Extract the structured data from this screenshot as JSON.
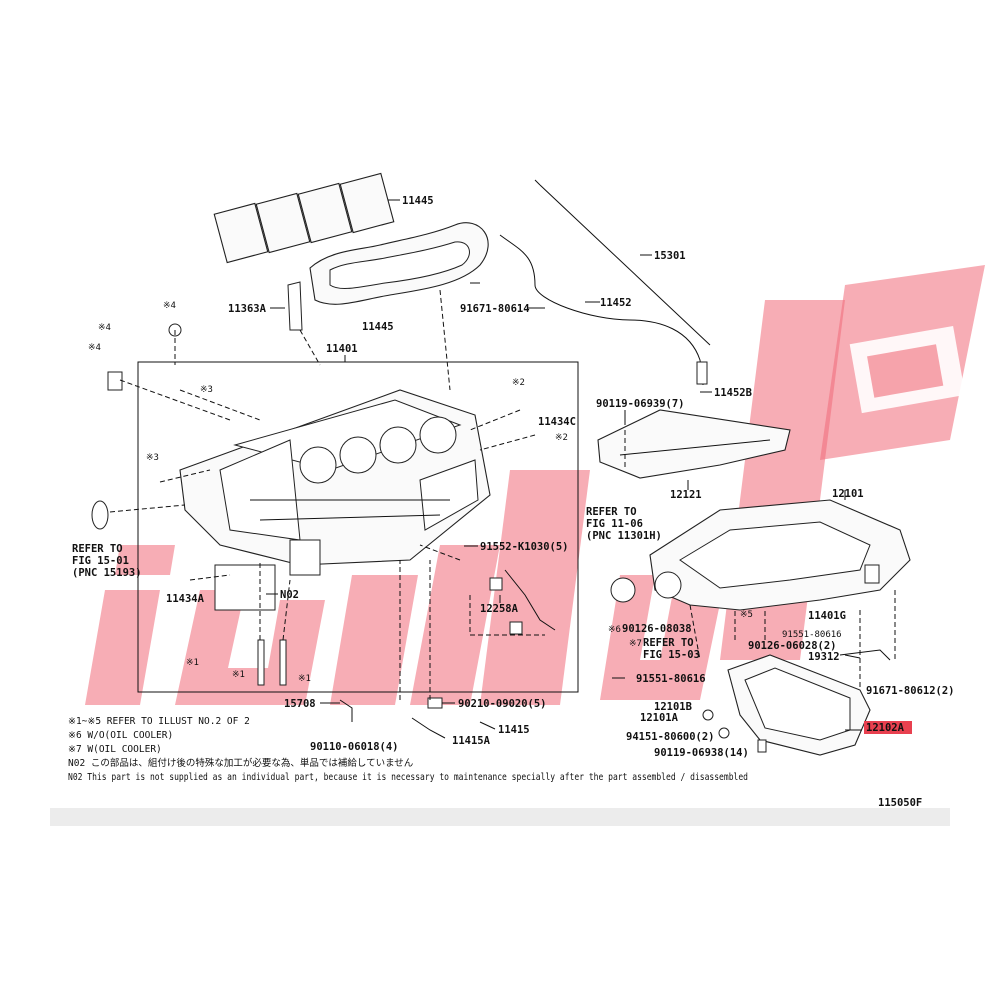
{
  "labels": {
    "p11445a": "11445",
    "p11445b": "11445",
    "p15301": "15301",
    "p11363a": "11363A",
    "p91671_80614": "91671-80614",
    "p11452": "11452",
    "p11401": "11401",
    "p11452b": "11452B",
    "p90119_06939": "90119-06939(7)",
    "p11434c": "11434C",
    "p12121": "12121",
    "p12101": "12101",
    "refer_fig_11_06_a": "REFER TO",
    "refer_fig_11_06_b": "FIG 11-06",
    "refer_fig_11_06_c": "(PNC 11301H)",
    "refer_fig_15_01_a": "REFER TO",
    "refer_fig_15_01_b": "FIG 15-01",
    "refer_fig_15_01_c": "(PNC 15193)",
    "p91552": "91552-K1030(5)",
    "p11434a": "11434A",
    "n02": "N02",
    "p12258a": "12258A",
    "p90126_08038": "90126-08038",
    "p11401g": "11401G",
    "p91551_80616": "91551-80616",
    "p90126_06028": "90126-06028(2)",
    "refer_fig_15_03_a": "REFER TO",
    "refer_fig_15_03_b": "FIG 15-03",
    "p19312": "19312",
    "p91551_80616b": "91551-80616",
    "p91671_80612": "91671-80612(2)",
    "p15708": "15708",
    "p90210": "90210-09020(5)",
    "p12101b": "12101B",
    "p12101a": "12101A",
    "p12102": "12102A",
    "p11415": "11415",
    "p11415a": "11415A",
    "p94151": "94151-80600(2)",
    "p90110": "90110-06018(4)",
    "p90119_06938": "90119-06938(14)",
    "m4a": "※4",
    "m4b": "※4",
    "m4c": "※4",
    "m3a": "※3",
    "m3b": "※3",
    "m2a": "※2",
    "m2b": "※2",
    "m1a": "※1",
    "m1b": "※1",
    "m1c": "※1",
    "m5": "※5",
    "m6": "※6",
    "m7": "※7"
  },
  "notes": {
    "line1": "※1~※5 REFER TO ILLUST NO.2 OF 2",
    "line2": "※6 W/O(OIL COOLER)",
    "line3": "※7 W(OIL COOLER)",
    "line4": "N02 この部品は、組付け後の特殊な加工が必要な為、単品では補給していません",
    "line5": "N02 This part is not supplied as an individual part, because it is necessary to maintenance specially after the part assembled / disassembled"
  },
  "figure_code": "115050F",
  "colors": {
    "highlight": "#e8404f",
    "watermark": "#f06a78",
    "line": "#111111"
  }
}
